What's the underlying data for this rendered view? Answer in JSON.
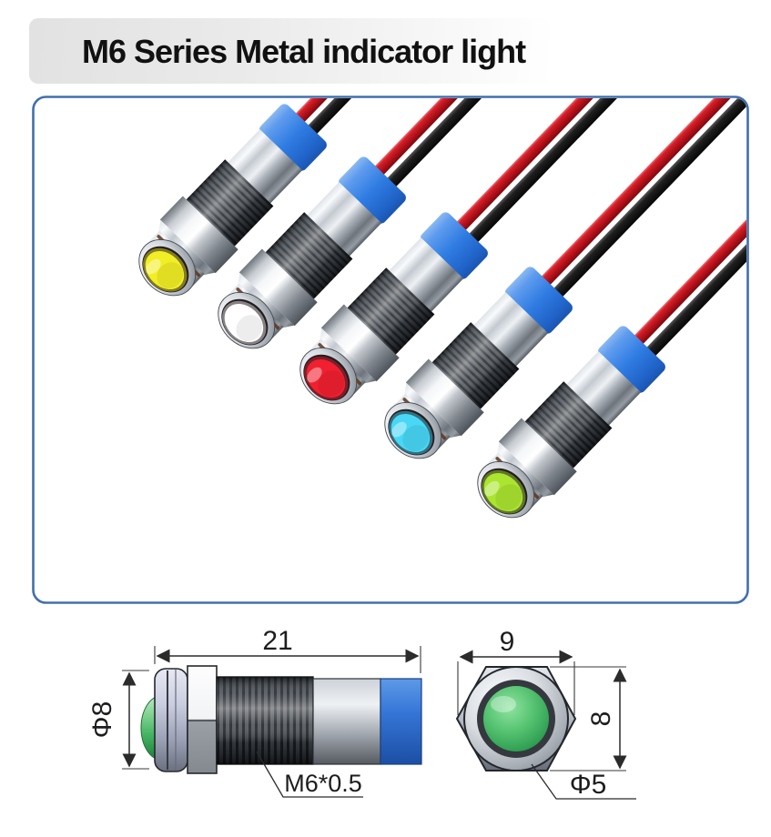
{
  "header": {
    "title": "M6 Series Metal indicator light"
  },
  "photo": {
    "border_color": "#4070ad",
    "sleeve_blue": "#3b84e6",
    "wire_red": "#b5131d",
    "wire_black": "#141414",
    "lights": [
      {
        "name": "yellow",
        "lens_color": "#f2ee25"
      },
      {
        "name": "white",
        "lens_color": "#ffffff"
      },
      {
        "name": "red",
        "lens_color": "#f02030"
      },
      {
        "name": "blue",
        "lens_color": "#48d8f6"
      },
      {
        "name": "green",
        "lens_color": "#abe530"
      }
    ]
  },
  "diagrams": {
    "side_view": {
      "length": "21",
      "diameter": "Φ8",
      "thread": "M6*0.5"
    },
    "front_view": {
      "width": "9",
      "height": "8",
      "lens_diameter": "Φ5"
    }
  }
}
